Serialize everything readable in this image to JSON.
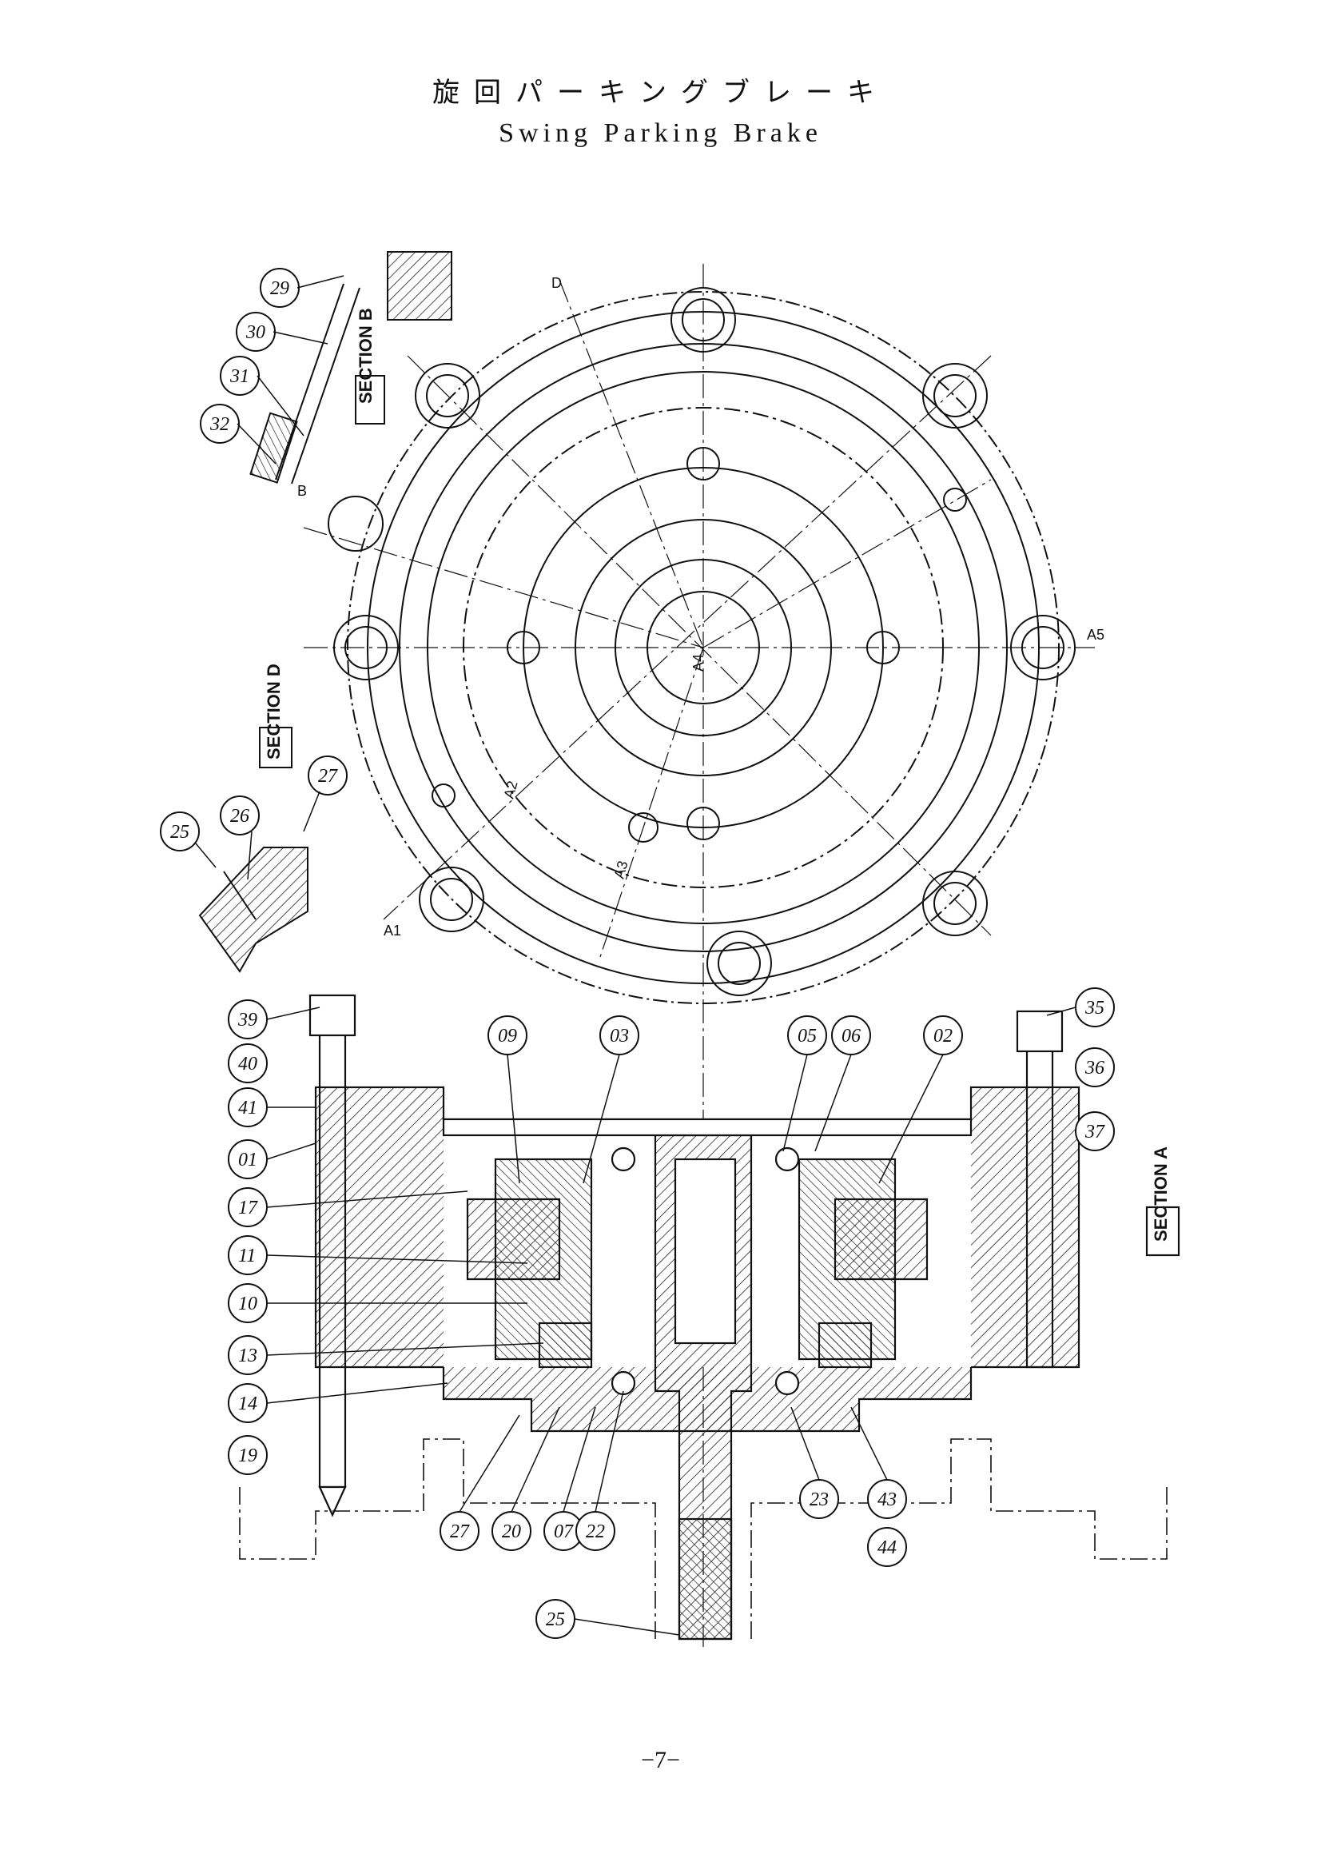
{
  "title_jp": "旋回パーキングブレーキ",
  "title_en": "Swing Parking Brake",
  "page_number": "−7−",
  "sections": [
    "SECTION B",
    "SECTION D",
    "SECTION A"
  ],
  "center_labels": [
    "A1",
    "A2",
    "A3",
    "A4",
    "A5",
    "B",
    "D"
  ],
  "part_labels": {
    "section_b": [
      "29",
      "30",
      "31",
      "32"
    ],
    "section_d": [
      "25",
      "26",
      "27"
    ],
    "left_column": [
      "39",
      "40",
      "41",
      "01",
      "17",
      "11",
      "10",
      "13",
      "14",
      "19"
    ],
    "top_row": [
      "09",
      "03",
      "05",
      "06",
      "02"
    ],
    "right_column": [
      "35",
      "36",
      "37"
    ],
    "bottom_row": [
      "27",
      "20",
      "07",
      "22",
      "25",
      "23",
      "43",
      "44"
    ]
  }
}
